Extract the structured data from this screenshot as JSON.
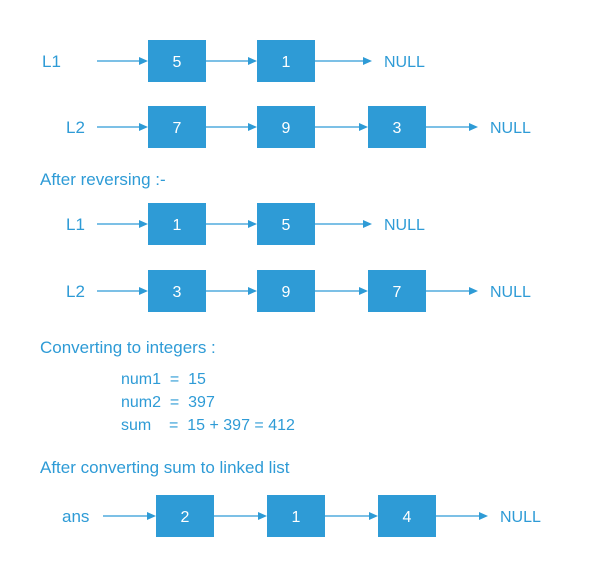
{
  "colors": {
    "accent": "#2e9bd6",
    "node_text": "#ffffff"
  },
  "lists": [
    {
      "label": "L1",
      "nodes": [
        "5",
        "1"
      ],
      "terminator": "NULL"
    },
    {
      "label": "L2",
      "nodes": [
        "7",
        "9",
        "3"
      ],
      "terminator": "NULL"
    },
    {
      "label": "L1",
      "nodes": [
        "1",
        "5"
      ],
      "terminator": "NULL"
    },
    {
      "label": "L2",
      "nodes": [
        "3",
        "9",
        "7"
      ],
      "terminator": "NULL"
    },
    {
      "label": "ans",
      "nodes": [
        "2",
        "1",
        "4"
      ],
      "terminator": "NULL"
    }
  ],
  "headings": {
    "reversing": "After reversing :-",
    "converting": "Converting to integers :",
    "sum_to_list": "After converting sum to linked list"
  },
  "calc": {
    "num1": "num1  =  15",
    "num2": "num2  =  397",
    "sum": "sum    =  15 + 397 = 412"
  }
}
